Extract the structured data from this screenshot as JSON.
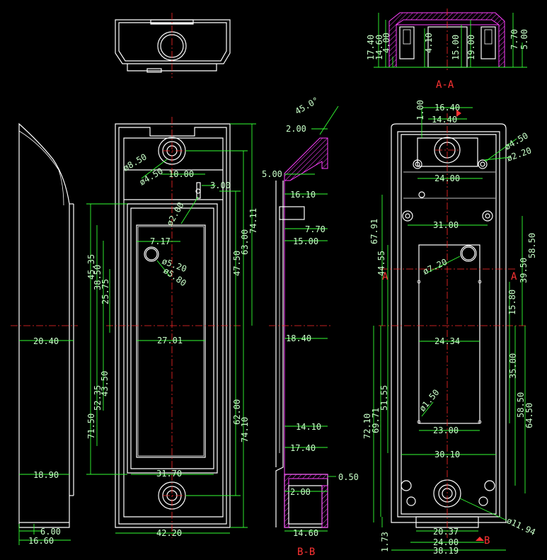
{
  "drawing": {
    "top_view": {
      "label": "",
      "dims": {
        "d17_40": "17.40",
        "d14_60": "14.60",
        "d4_00": "4.00",
        "d4_10": "4.10",
        "d15_00": "15.00",
        "d19_00": "19.00",
        "d7_70": "7.70",
        "d5_00": "5.00"
      },
      "section_label": "A-A"
    },
    "side_left": {
      "dims": {
        "d20_40": "20.40",
        "d18_90": "18.90",
        "d6_00": "6.00",
        "d16_60": "16.60"
      }
    },
    "front": {
      "dims": {
        "d8_50": "ø8.50",
        "d4_50": "ø4.50",
        "d10_00": "10.00",
        "d3_00": "3.00",
        "d2_00": "ø2.00",
        "d7_17": "7.17",
        "d5_20": "ø5.20",
        "d5_80": "ø5.80",
        "d27_01": "27.01",
        "d31_70": "31.70",
        "d42_20": "42.20",
        "d45_35": "45.35",
        "d38_50": "38.50",
        "d25_75": "25.75",
        "d47_50": "47.50",
        "d63_00": "63.00",
        "d74_11": "74.11",
        "d43_50": "43.50",
        "d52_35": "52.35",
        "d71_50": "71.50",
        "d62_00": "62.00",
        "d74_10": "74.10"
      }
    },
    "section_bb": {
      "label": "B-B",
      "dims": {
        "d45_0": "45.0°",
        "d2_00a": "2.00",
        "d5_00": "5.00",
        "d16_10": "16.10",
        "d7_70": "7.70",
        "d15_00": "15.00",
        "d18_40": "18.40",
        "d14_10": "14.10",
        "d17_40": "17.40",
        "d0_50": "0.50",
        "d2_00b": "2.00",
        "d14_60": "14.60"
      }
    },
    "back": {
      "marker_a_left": "A",
      "marker_a_right": "A",
      "marker_b": "B",
      "dims": {
        "d1_00": "1.00",
        "d16_40": "16.40",
        "d14_40": "14.40",
        "d4_50": "ø4.50",
        "d2_20": "ø2.20",
        "d24_00a": "24.00",
        "d31_00": "31.00",
        "d67_91": "67.91",
        "d44_55": "44.55",
        "d58_50a": "58.50",
        "d7_20": "ø7.20",
        "d39_50": "39.50",
        "d15_80": "15.80",
        "d24_34": "24.34",
        "d35_00": "35.00",
        "d51_55": "51.55",
        "d1_50": "ø1.50",
        "d58_50b": "58.50",
        "d64_50": "64.50",
        "d23_00": "23.00",
        "d72_10": "72.10",
        "d69_71": "69.71",
        "d30_10": "30.10",
        "d11_94": "ø11.94",
        "d20_37": "20.37",
        "d24_00b": "24.00",
        "d38_19": "38.19",
        "d1_73": "1.73"
      }
    }
  },
  "colors": {
    "background": "#000000",
    "outline": "#ffffff",
    "dimension": "#33ff33",
    "dim_text": "#c8ffc8",
    "centerline": "#ff2a2a",
    "section": "#ff40ff"
  }
}
